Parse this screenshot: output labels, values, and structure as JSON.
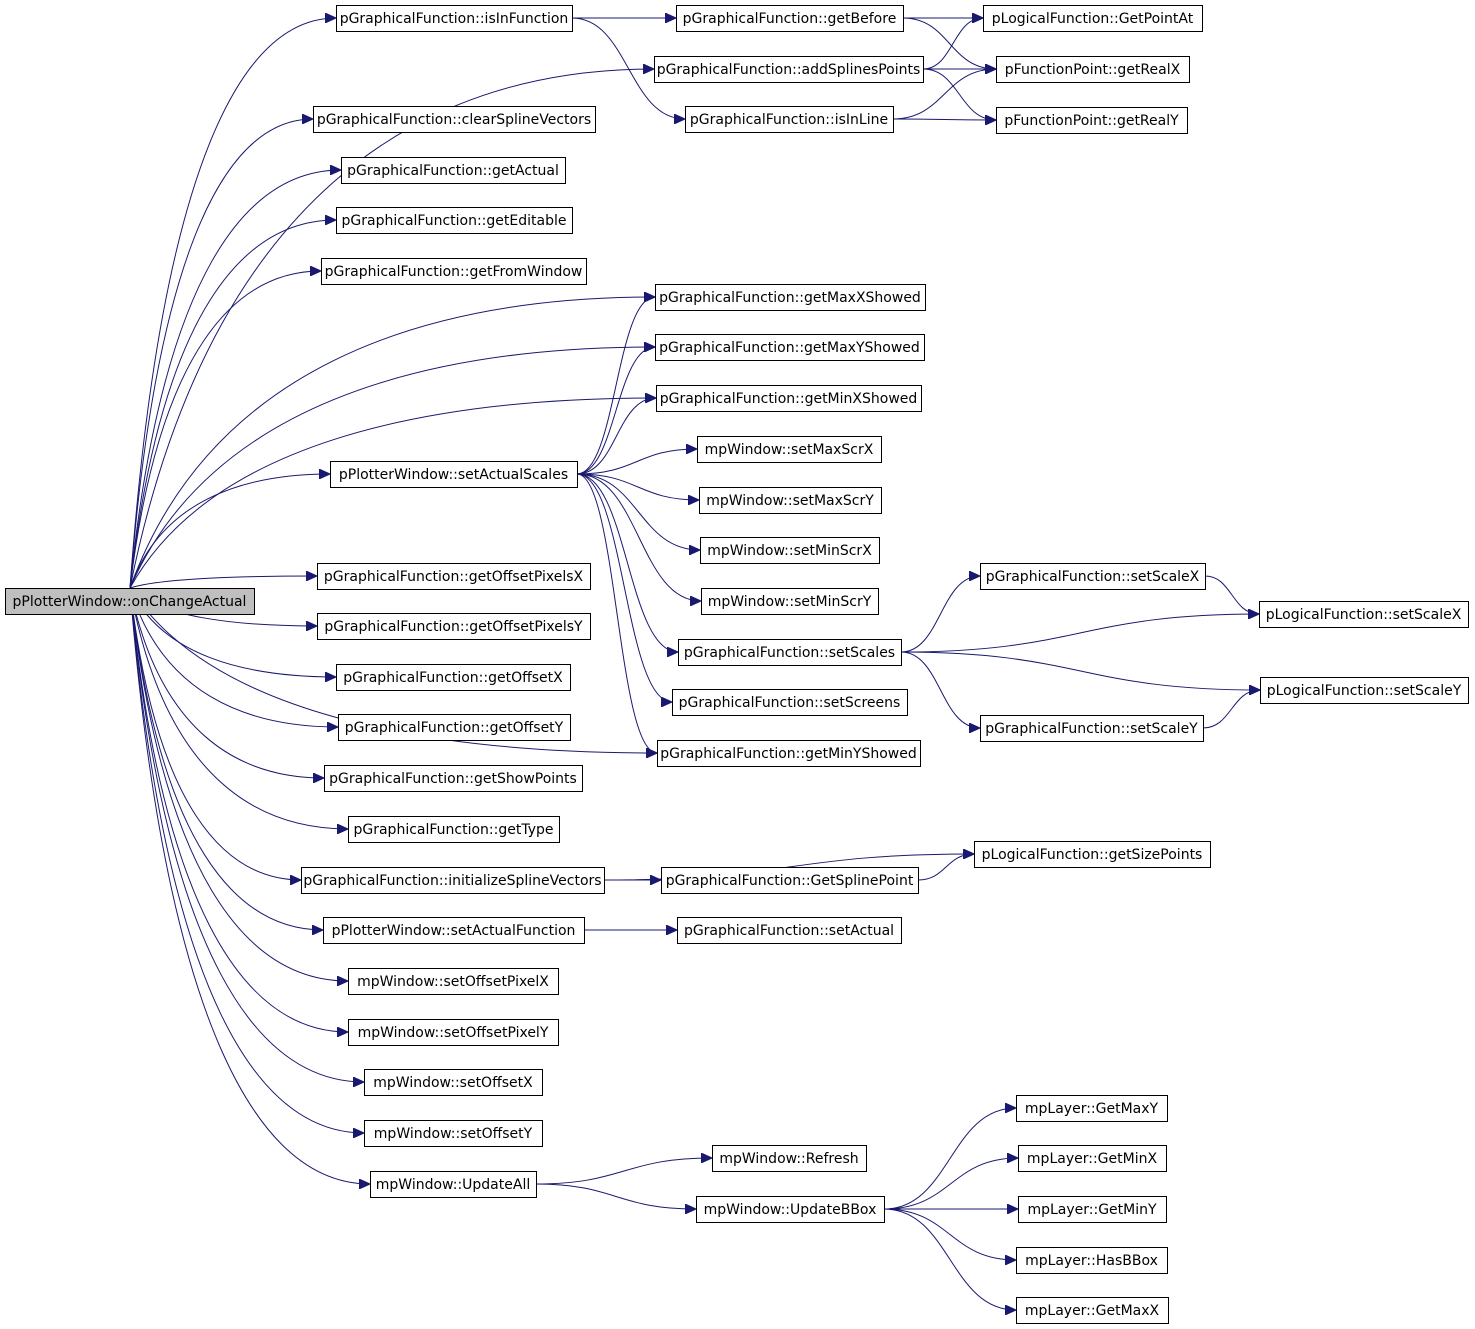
{
  "diagram": {
    "root": "onChangeActual",
    "nodes": [
      {
        "id": "onChangeActual",
        "label": "pPlotterWindow::onChangeActual"
      },
      {
        "id": "isInFunction",
        "label": "pGraphicalFunction::isInFunction"
      },
      {
        "id": "clearSplineVectors",
        "label": "pGraphicalFunction::clearSplineVectors"
      },
      {
        "id": "getActual",
        "label": "pGraphicalFunction::getActual"
      },
      {
        "id": "getEditable",
        "label": "pGraphicalFunction::getEditable"
      },
      {
        "id": "getFromWindow",
        "label": "pGraphicalFunction::getFromWindow"
      },
      {
        "id": "setActualScales",
        "label": "pPlotterWindow::setActualScales"
      },
      {
        "id": "getOffsetPixelsX",
        "label": "pGraphicalFunction::getOffsetPixelsX"
      },
      {
        "id": "getOffsetPixelsY",
        "label": "pGraphicalFunction::getOffsetPixelsY"
      },
      {
        "id": "getOffsetX",
        "label": "pGraphicalFunction::getOffsetX"
      },
      {
        "id": "getOffsetY",
        "label": "pGraphicalFunction::getOffsetY"
      },
      {
        "id": "getShowPoints",
        "label": "pGraphicalFunction::getShowPoints"
      },
      {
        "id": "getType",
        "label": "pGraphicalFunction::getType"
      },
      {
        "id": "initializeSplineVectors",
        "label": "pGraphicalFunction::initializeSplineVectors"
      },
      {
        "id": "setActualFunction",
        "label": "pPlotterWindow::setActualFunction"
      },
      {
        "id": "setOffsetPixelX",
        "label": "mpWindow::setOffsetPixelX"
      },
      {
        "id": "setOffsetPixelY",
        "label": "mpWindow::setOffsetPixelY"
      },
      {
        "id": "setOffsetX",
        "label": "mpWindow::setOffsetX"
      },
      {
        "id": "setOffsetY",
        "label": "mpWindow::setOffsetY"
      },
      {
        "id": "UpdateAll",
        "label": "mpWindow::UpdateAll"
      },
      {
        "id": "getBefore",
        "label": "pGraphicalFunction::getBefore"
      },
      {
        "id": "addSplinesPoints",
        "label": "pGraphicalFunction::addSplinesPoints"
      },
      {
        "id": "isInLine",
        "label": "pGraphicalFunction::isInLine"
      },
      {
        "id": "getMaxXShowed",
        "label": "pGraphicalFunction::getMaxXShowed"
      },
      {
        "id": "getMaxYShowed",
        "label": "pGraphicalFunction::getMaxYShowed"
      },
      {
        "id": "getMinXShowed",
        "label": "pGraphicalFunction::getMinXShowed"
      },
      {
        "id": "setMaxScrX",
        "label": "mpWindow::setMaxScrX"
      },
      {
        "id": "setMaxScrY",
        "label": "mpWindow::setMaxScrY"
      },
      {
        "id": "setMinScrX",
        "label": "mpWindow::setMinScrX"
      },
      {
        "id": "setMinScrY",
        "label": "mpWindow::setMinScrY"
      },
      {
        "id": "setScales",
        "label": "pGraphicalFunction::setScales"
      },
      {
        "id": "setScreens",
        "label": "pGraphicalFunction::setScreens"
      },
      {
        "id": "getMinYShowed",
        "label": "pGraphicalFunction::getMinYShowed"
      },
      {
        "id": "GetSplinePoint",
        "label": "pGraphicalFunction::GetSplinePoint"
      },
      {
        "id": "setActual",
        "label": "pGraphicalFunction::setActual"
      },
      {
        "id": "Refresh",
        "label": "mpWindow::Refresh"
      },
      {
        "id": "UpdateBBox",
        "label": "mpWindow::UpdateBBox"
      },
      {
        "id": "GetPointAt",
        "label": "pLogicalFunction::GetPointAt"
      },
      {
        "id": "getRealX",
        "label": "pFunctionPoint::getRealX"
      },
      {
        "id": "getRealY",
        "label": "pFunctionPoint::getRealY"
      },
      {
        "id": "setScaleXg",
        "label": "pGraphicalFunction::setScaleX"
      },
      {
        "id": "setScaleYg",
        "label": "pGraphicalFunction::setScaleY"
      },
      {
        "id": "getSizePoints",
        "label": "pLogicalFunction::getSizePoints"
      },
      {
        "id": "GetMaxY",
        "label": "mpLayer::GetMaxY"
      },
      {
        "id": "GetMinX",
        "label": "mpLayer::GetMinX"
      },
      {
        "id": "GetMinY",
        "label": "mpLayer::GetMinY"
      },
      {
        "id": "HasBBox",
        "label": "mpLayer::HasBBox"
      },
      {
        "id": "GetMaxX",
        "label": "mpLayer::GetMaxX"
      },
      {
        "id": "setScaleXl",
        "label": "pLogicalFunction::setScaleX"
      },
      {
        "id": "setScaleYl",
        "label": "pLogicalFunction::setScaleY"
      }
    ],
    "edges": [
      [
        "onChangeActual",
        "isInFunction"
      ],
      [
        "onChangeActual",
        "addSplinesPoints"
      ],
      [
        "onChangeActual",
        "clearSplineVectors"
      ],
      [
        "onChangeActual",
        "getActual"
      ],
      [
        "onChangeActual",
        "getEditable"
      ],
      [
        "onChangeActual",
        "getFromWindow"
      ],
      [
        "onChangeActual",
        "getMaxXShowed"
      ],
      [
        "onChangeActual",
        "getMaxYShowed"
      ],
      [
        "onChangeActual",
        "getMinXShowed"
      ],
      [
        "onChangeActual",
        "setActualScales"
      ],
      [
        "onChangeActual",
        "getMinYShowed"
      ],
      [
        "onChangeActual",
        "getOffsetPixelsX"
      ],
      [
        "onChangeActual",
        "getOffsetPixelsY"
      ],
      [
        "onChangeActual",
        "getOffsetX"
      ],
      [
        "onChangeActual",
        "getOffsetY"
      ],
      [
        "onChangeActual",
        "getShowPoints"
      ],
      [
        "onChangeActual",
        "getType"
      ],
      [
        "onChangeActual",
        "initializeSplineVectors"
      ],
      [
        "onChangeActual",
        "setActualFunction"
      ],
      [
        "onChangeActual",
        "setOffsetPixelX"
      ],
      [
        "onChangeActual",
        "setOffsetPixelY"
      ],
      [
        "onChangeActual",
        "setOffsetX"
      ],
      [
        "onChangeActual",
        "setOffsetY"
      ],
      [
        "onChangeActual",
        "UpdateAll"
      ],
      [
        "isInFunction",
        "getBefore"
      ],
      [
        "isInFunction",
        "isInLine"
      ],
      [
        "getBefore",
        "GetPointAt"
      ],
      [
        "getBefore",
        "getRealX"
      ],
      [
        "addSplinesPoints",
        "GetPointAt"
      ],
      [
        "addSplinesPoints",
        "getRealX"
      ],
      [
        "addSplinesPoints",
        "getRealY"
      ],
      [
        "isInLine",
        "getRealX"
      ],
      [
        "isInLine",
        "getRealY"
      ],
      [
        "setActualScales",
        "getMaxXShowed"
      ],
      [
        "setActualScales",
        "getMaxYShowed"
      ],
      [
        "setActualScales",
        "getMinXShowed"
      ],
      [
        "setActualScales",
        "setMaxScrX"
      ],
      [
        "setActualScales",
        "setMaxScrY"
      ],
      [
        "setActualScales",
        "setMinScrX"
      ],
      [
        "setActualScales",
        "setMinScrY"
      ],
      [
        "setActualScales",
        "setScales"
      ],
      [
        "setActualScales",
        "setScreens"
      ],
      [
        "setActualScales",
        "getMinYShowed"
      ],
      [
        "setScales",
        "setScaleXg"
      ],
      [
        "setScales",
        "setScaleXl"
      ],
      [
        "setScales",
        "setScaleYl"
      ],
      [
        "setScales",
        "setScaleYg"
      ],
      [
        "setScaleXg",
        "setScaleXl"
      ],
      [
        "setScaleYg",
        "setScaleYl"
      ],
      [
        "initializeSplineVectors",
        "getSizePoints"
      ],
      [
        "initializeSplineVectors",
        "GetSplinePoint"
      ],
      [
        "GetSplinePoint",
        "getSizePoints"
      ],
      [
        "setActualFunction",
        "setActual"
      ],
      [
        "UpdateAll",
        "Refresh"
      ],
      [
        "UpdateAll",
        "UpdateBBox"
      ],
      [
        "UpdateBBox",
        "GetMaxY"
      ],
      [
        "UpdateBBox",
        "GetMinX"
      ],
      [
        "UpdateBBox",
        "GetMinY"
      ],
      [
        "UpdateBBox",
        "HasBBox"
      ],
      [
        "UpdateBBox",
        "GetMaxX"
      ]
    ],
    "colors": {
      "edge": "#191970",
      "root_fill": "#bfbfbf",
      "node_fill": "#ffffff",
      "node_stroke": "#000000"
    }
  }
}
